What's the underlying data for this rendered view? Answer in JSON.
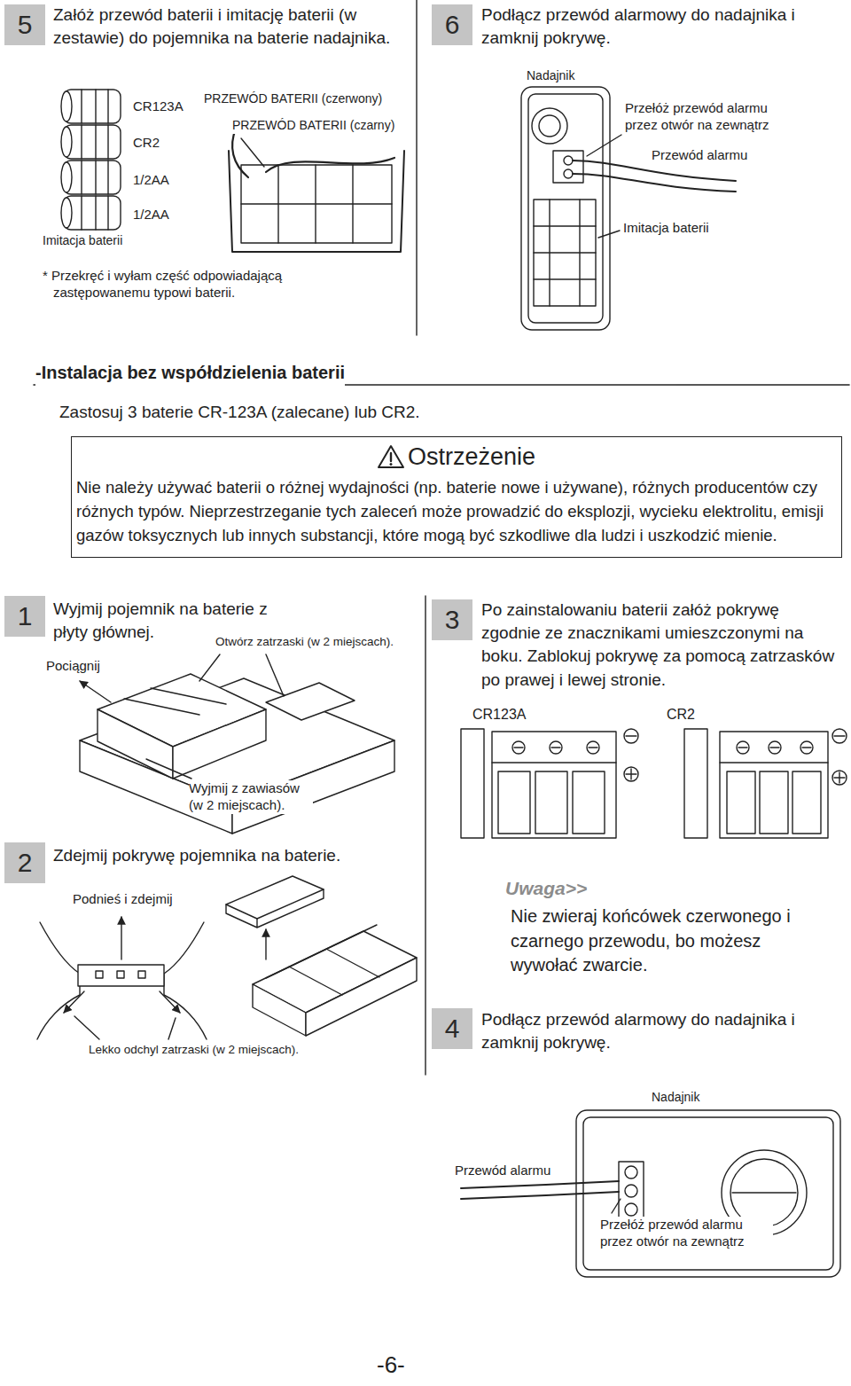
{
  "diagram": {
    "nodes": [
      {
        "text": [
          "5"
        ]
      },
      {
        "text": [
          "6"
        ]
      },
      {
        "text": [
          "Ostrzeżenie",
          "Nie należy używać baterii o różnej wydajności (np. baterie nowe i używane), różnych producentów czy różnych typów. Nieprzestrzeganie tych zaleceń może prowadzić do eksplozji, wycieku elektrolitu, emisji gazów toksycznych lub innych substancji, które mogą być szkodliwe dla ludzi i uszkodzić mienie."
        ]
      },
      {
        "text": [
          "1"
        ]
      },
      {
        "text": [
          "3"
        ]
      },
      {
        "text": [
          "2"
        ]
      },
      {
        "text": [
          "4"
        ]
      }
    ],
    "labels": [
      "Załóż przewód baterii i imitację baterii (w zestawie) do pojemnika na baterie nadajnika.",
      "CR123A",
      "CR2",
      "1/2AA",
      "1/2AA",
      "Imitacja baterii",
      "PRZEWÓD BATERII (czerwony)",
      "PRZEWÓD BATERII (czarny)",
      "* Przekręć i wyłam część odpowiadającą zastępowanemu typowi baterii.",
      "Podłącz przewód alarmowy do nadajnika i zamknij pokrywę.",
      "Nadajnik",
      "Przełóż przewód alarmu przez otwór na zewnątrz",
      "Przewód alarmu",
      "Imitacja baterii",
      "-Instalacja bez współdzielenia baterii",
      "Zastosuj 3 baterie CR-123A (zalecane) lub CR2.",
      "Wyjmij pojemnik na baterie z płyty głównej.",
      "Otwórz zatrzaski (w 2 miejscach).",
      "Pociągnij",
      "Wyjmij z zawiasów (w 2 miejscach).",
      "Po zainstalowaniu baterii załóż pokrywę zgodnie ze znacznikami umieszczonymi na boku. Zablokuj pokrywę za pomocą zatrzasków po prawej i lewej stronie.",
      "CR123A",
      "CR2",
      "Zdejmij pokrywę pojemnika na baterie.",
      "Podnieś i zdejmij",
      "Lekko odchyl zatrzaski (w 2 miejscach).",
      "Uwaga>>",
      "Nie zwieraj końcówek czerwonego i czarnego przewodu, bo możesz wywołać zwarcie.",
      "Podłącz przewód alarmowy do nadajnika i zamknij pokrywę.",
      "Nadajnik",
      "Przewód alarmu",
      "Przełóż przewód alarmu przez otwór na zewnątrz",
      "-6-"
    ]
  }
}
